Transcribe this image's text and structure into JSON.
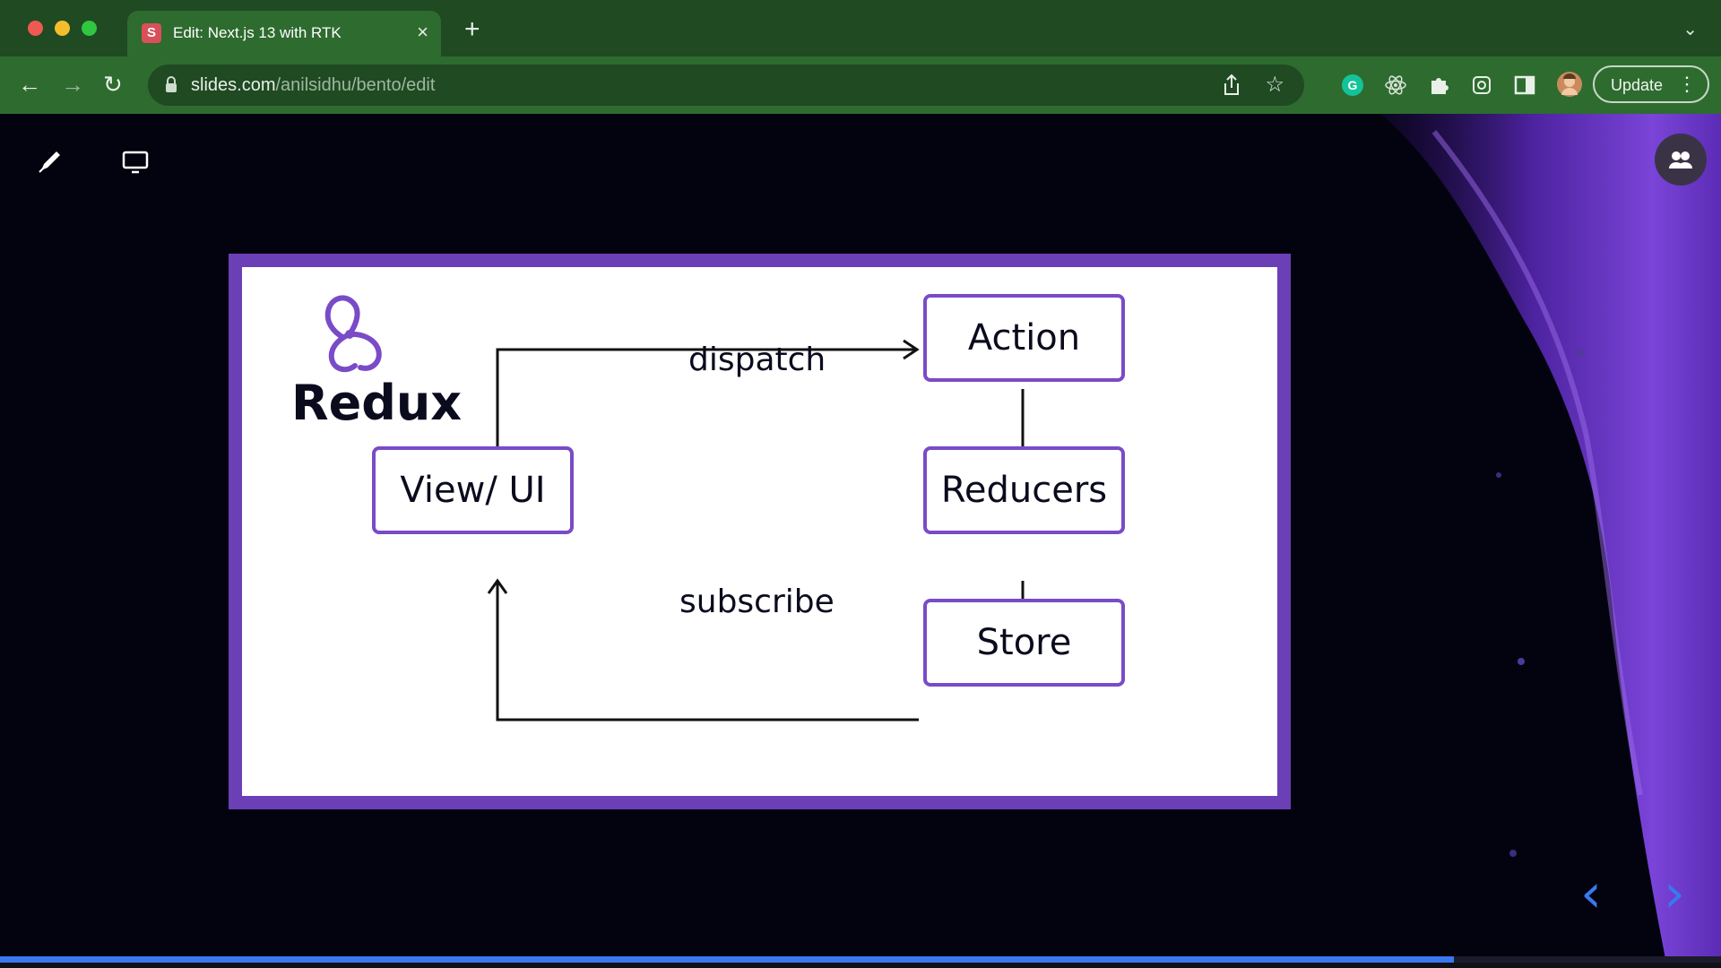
{
  "browser": {
    "tab_title": "Edit: Next.js 13 with RTK",
    "tab_favicon_letter": "S",
    "url_host": "slides.com",
    "url_path": "/anilsidhu/bento/edit",
    "update_label": "Update"
  },
  "slide": {
    "logo_text": "Redux",
    "boxes": {
      "action": "Action",
      "reducers": "Reducers",
      "store": "Store",
      "view": "View/ UI"
    },
    "labels": {
      "dispatch": "dispatch",
      "subscribe": "subscribe"
    },
    "accent_color": "#7a4bc8"
  },
  "progress": {
    "fraction": 0.845
  },
  "icons": [
    "pencil-icon",
    "present-icon",
    "collaborators-icon",
    "prev-slide-icon",
    "next-slide-icon"
  ]
}
